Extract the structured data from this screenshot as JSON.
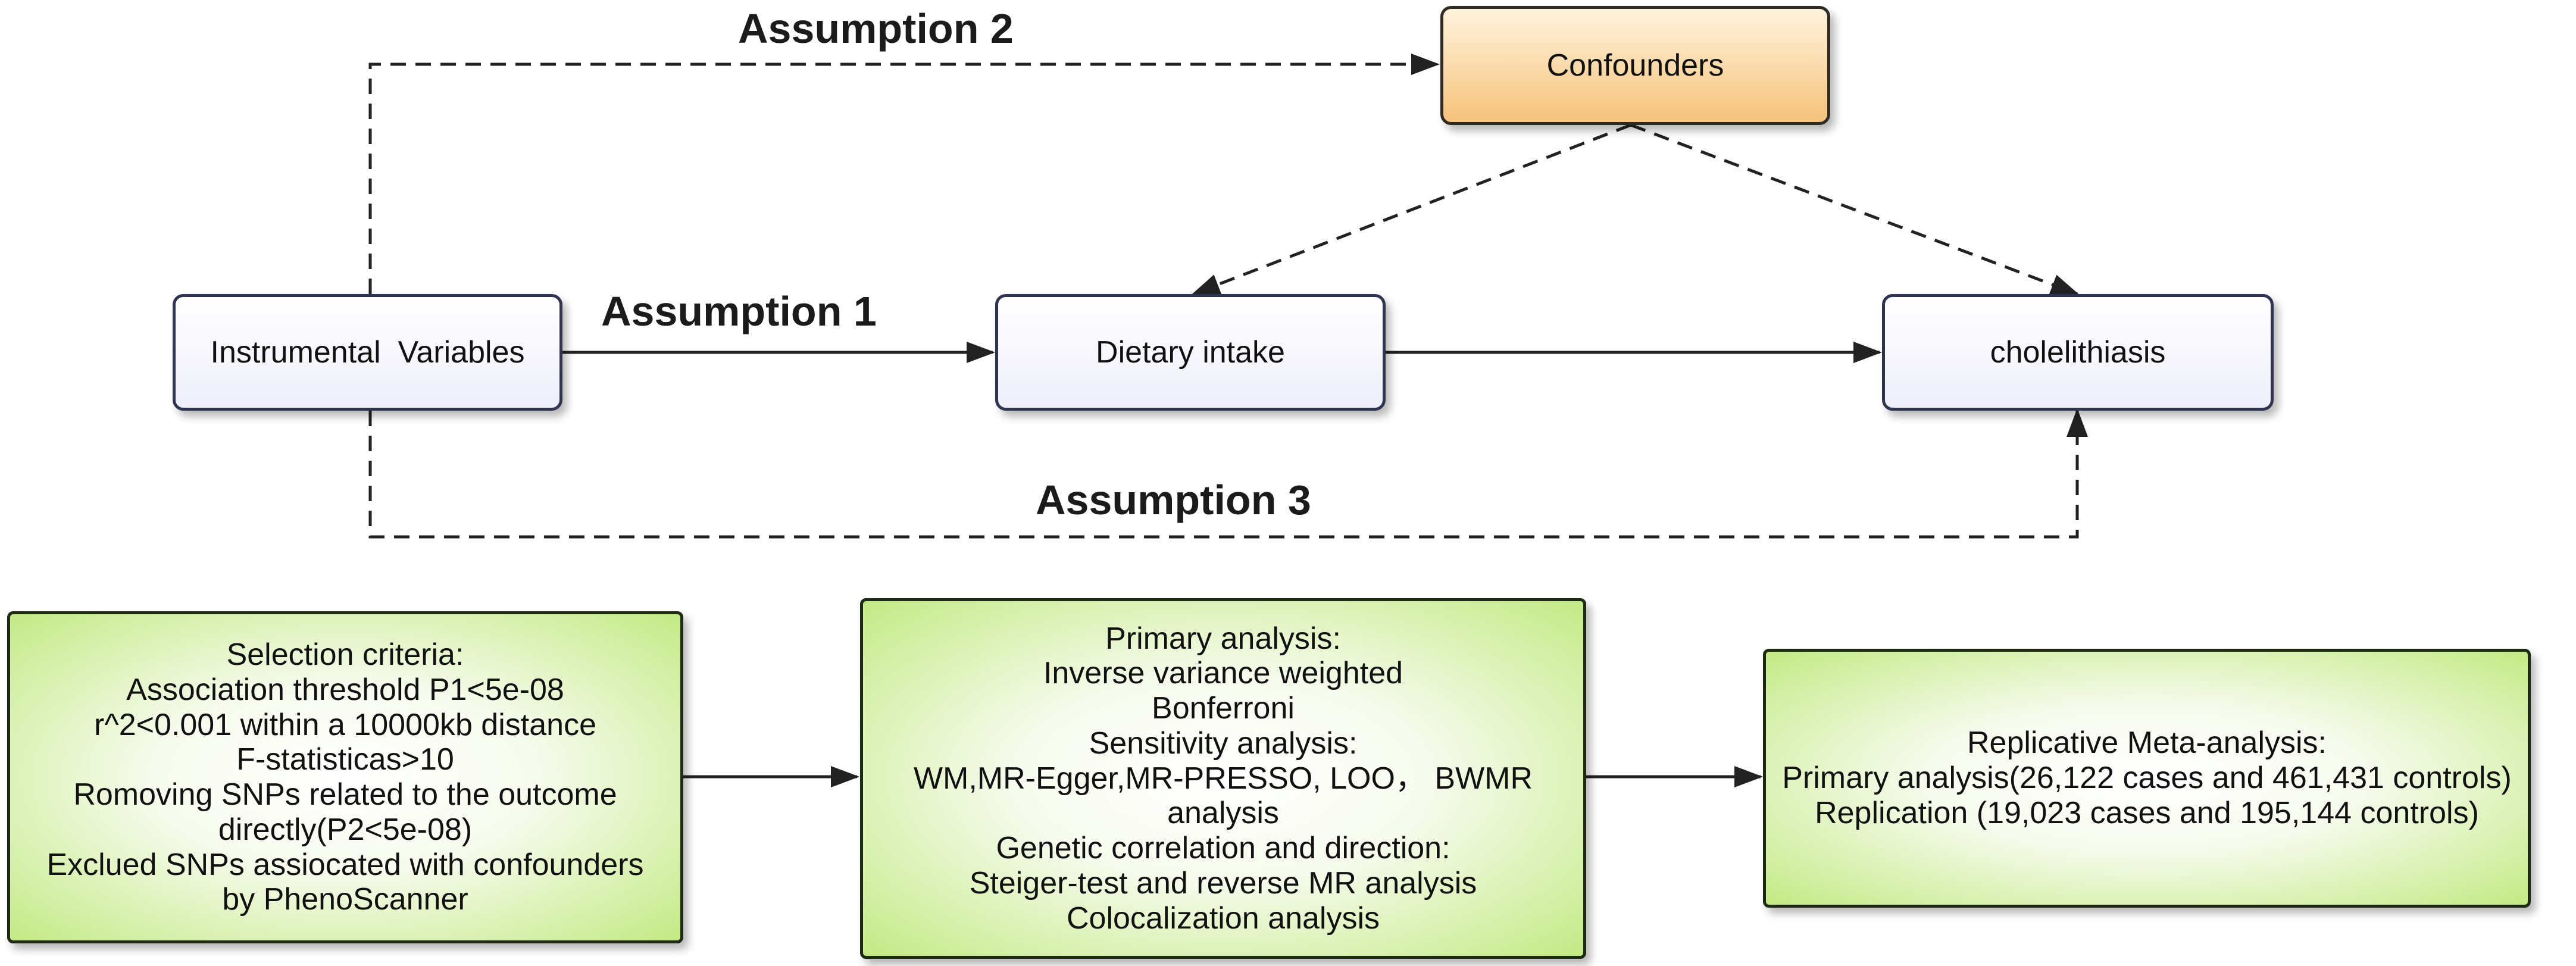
{
  "top": {
    "instrumental": "Instrumental  Variables",
    "dietary": "Dietary intake",
    "outcome": "cholelithiasis",
    "confounders": "Confounders",
    "assumption1": "Assumption 1",
    "assumption2": "Assumption 2",
    "assumption3": "Assumption 3"
  },
  "bottom": {
    "selection": [
      "Selection criteria:",
      "Association threshold P1<5e-08",
      "r^2<0.001 within a 10000kb distance",
      "F-statisticas>10",
      "Romoving SNPs related to the outcome",
      "directly(P2<5e-08)",
      "Exclued SNPs assiocated with confounders",
      "by PhenoScanner"
    ],
    "analysis": [
      "Primary analysis:",
      "Inverse variance weighted",
      "Bonferroni",
      "Sensitivity analysis:",
      "WM,MR-Egger,MR-PRESSO, LOO， BWMR",
      "analysis",
      "Genetic correlation and direction:",
      "Steiger-test and reverse MR analysis",
      "Colocalization analysis"
    ],
    "meta": [
      "Replicative Meta-analysis:",
      "Primary analysis(26,122 cases and 461,431 controls)",
      "Replication (19,023 cases and 195,144 controls)"
    ]
  }
}
